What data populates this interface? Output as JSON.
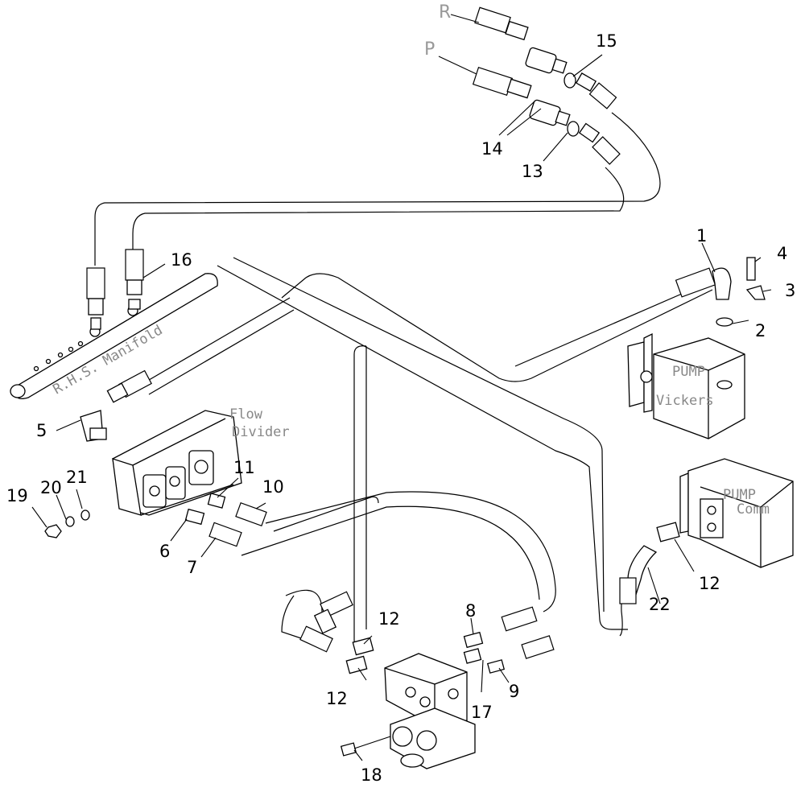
{
  "labels": {
    "port_r": "R",
    "port_p": "P",
    "manifold": "R.H.S. Manifold",
    "flow_divider_1": "Flow",
    "flow_divider_2": "Divider",
    "pump_vickers_1": "PUMP",
    "pump_vickers_2": "Vickers",
    "pump_comm_1": "PUMP",
    "pump_comm_2": "Comm"
  },
  "callouts": {
    "c1": "1",
    "c2": "2",
    "c3": "3",
    "c4": "4",
    "c5": "5",
    "c6": "6",
    "c7": "7",
    "c8": "8",
    "c9": "9",
    "c10": "10",
    "c11": "11",
    "c12a": "12",
    "c12b": "12",
    "c12c": "12",
    "c13": "13",
    "c14": "14",
    "c15": "15",
    "c16": "16",
    "c17": "17",
    "c18": "18",
    "c19": "19",
    "c20": "20",
    "c21": "21",
    "c22": "22"
  }
}
